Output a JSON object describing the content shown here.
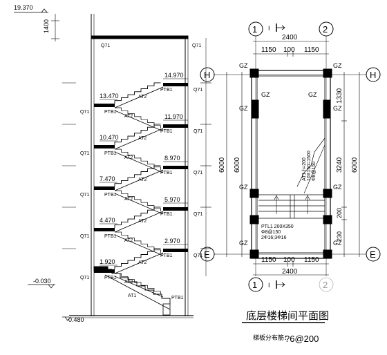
{
  "section": {
    "top_elevation": "19.370",
    "top_dim": "1400",
    "column_label": "Q71",
    "beam_label": "PTB1",
    "left_beam_label": "PTB1",
    "flights": [
      {
        "level": "14.970",
        "landing": "13.470",
        "flight_label": "AT2"
      },
      {
        "level": "11.970",
        "landing": "10.470",
        "flight_label": "AT2"
      },
      {
        "level": "8.970",
        "landing": "7.470",
        "flight_label": "AT2"
      },
      {
        "level": "5.970",
        "landing": "4.470",
        "flight_label": "AT2"
      },
      {
        "level": "2.970",
        "landing": "1.920",
        "flight_label": "AT2"
      }
    ],
    "lower_flight_label": "AT1",
    "ground_level": "-0.030",
    "base_level": "-0.480"
  },
  "plan": {
    "axis_1": "1",
    "axis_2": "2",
    "axis_H": "H",
    "axis_E": "E",
    "section_mark": "I",
    "width_total": "2400",
    "width_left": "1150",
    "width_mid": "100",
    "width_right": "1150",
    "height_total": "6000",
    "height_inner": "6000",
    "right_total": "6000",
    "right_dim_1": "1330",
    "right_dim_2": "3240",
    "right_dim_3": "200",
    "right_dim_4": "230",
    "gz_label": "GZ",
    "stair_note_1": "AT1 h=200",
    "stair_note_2": "10X150=1500",
    "stair_note_3": "Φ8@150",
    "beam_note_1": "PTL1 200X350",
    "beam_note_2": "Φ8@150",
    "beam_note_3": "2Φ16;3Φ16",
    "title": "底层楼梯间平面图",
    "subtitle_label": "梯板分布筋：",
    "subtitle_value": "?6@200"
  }
}
